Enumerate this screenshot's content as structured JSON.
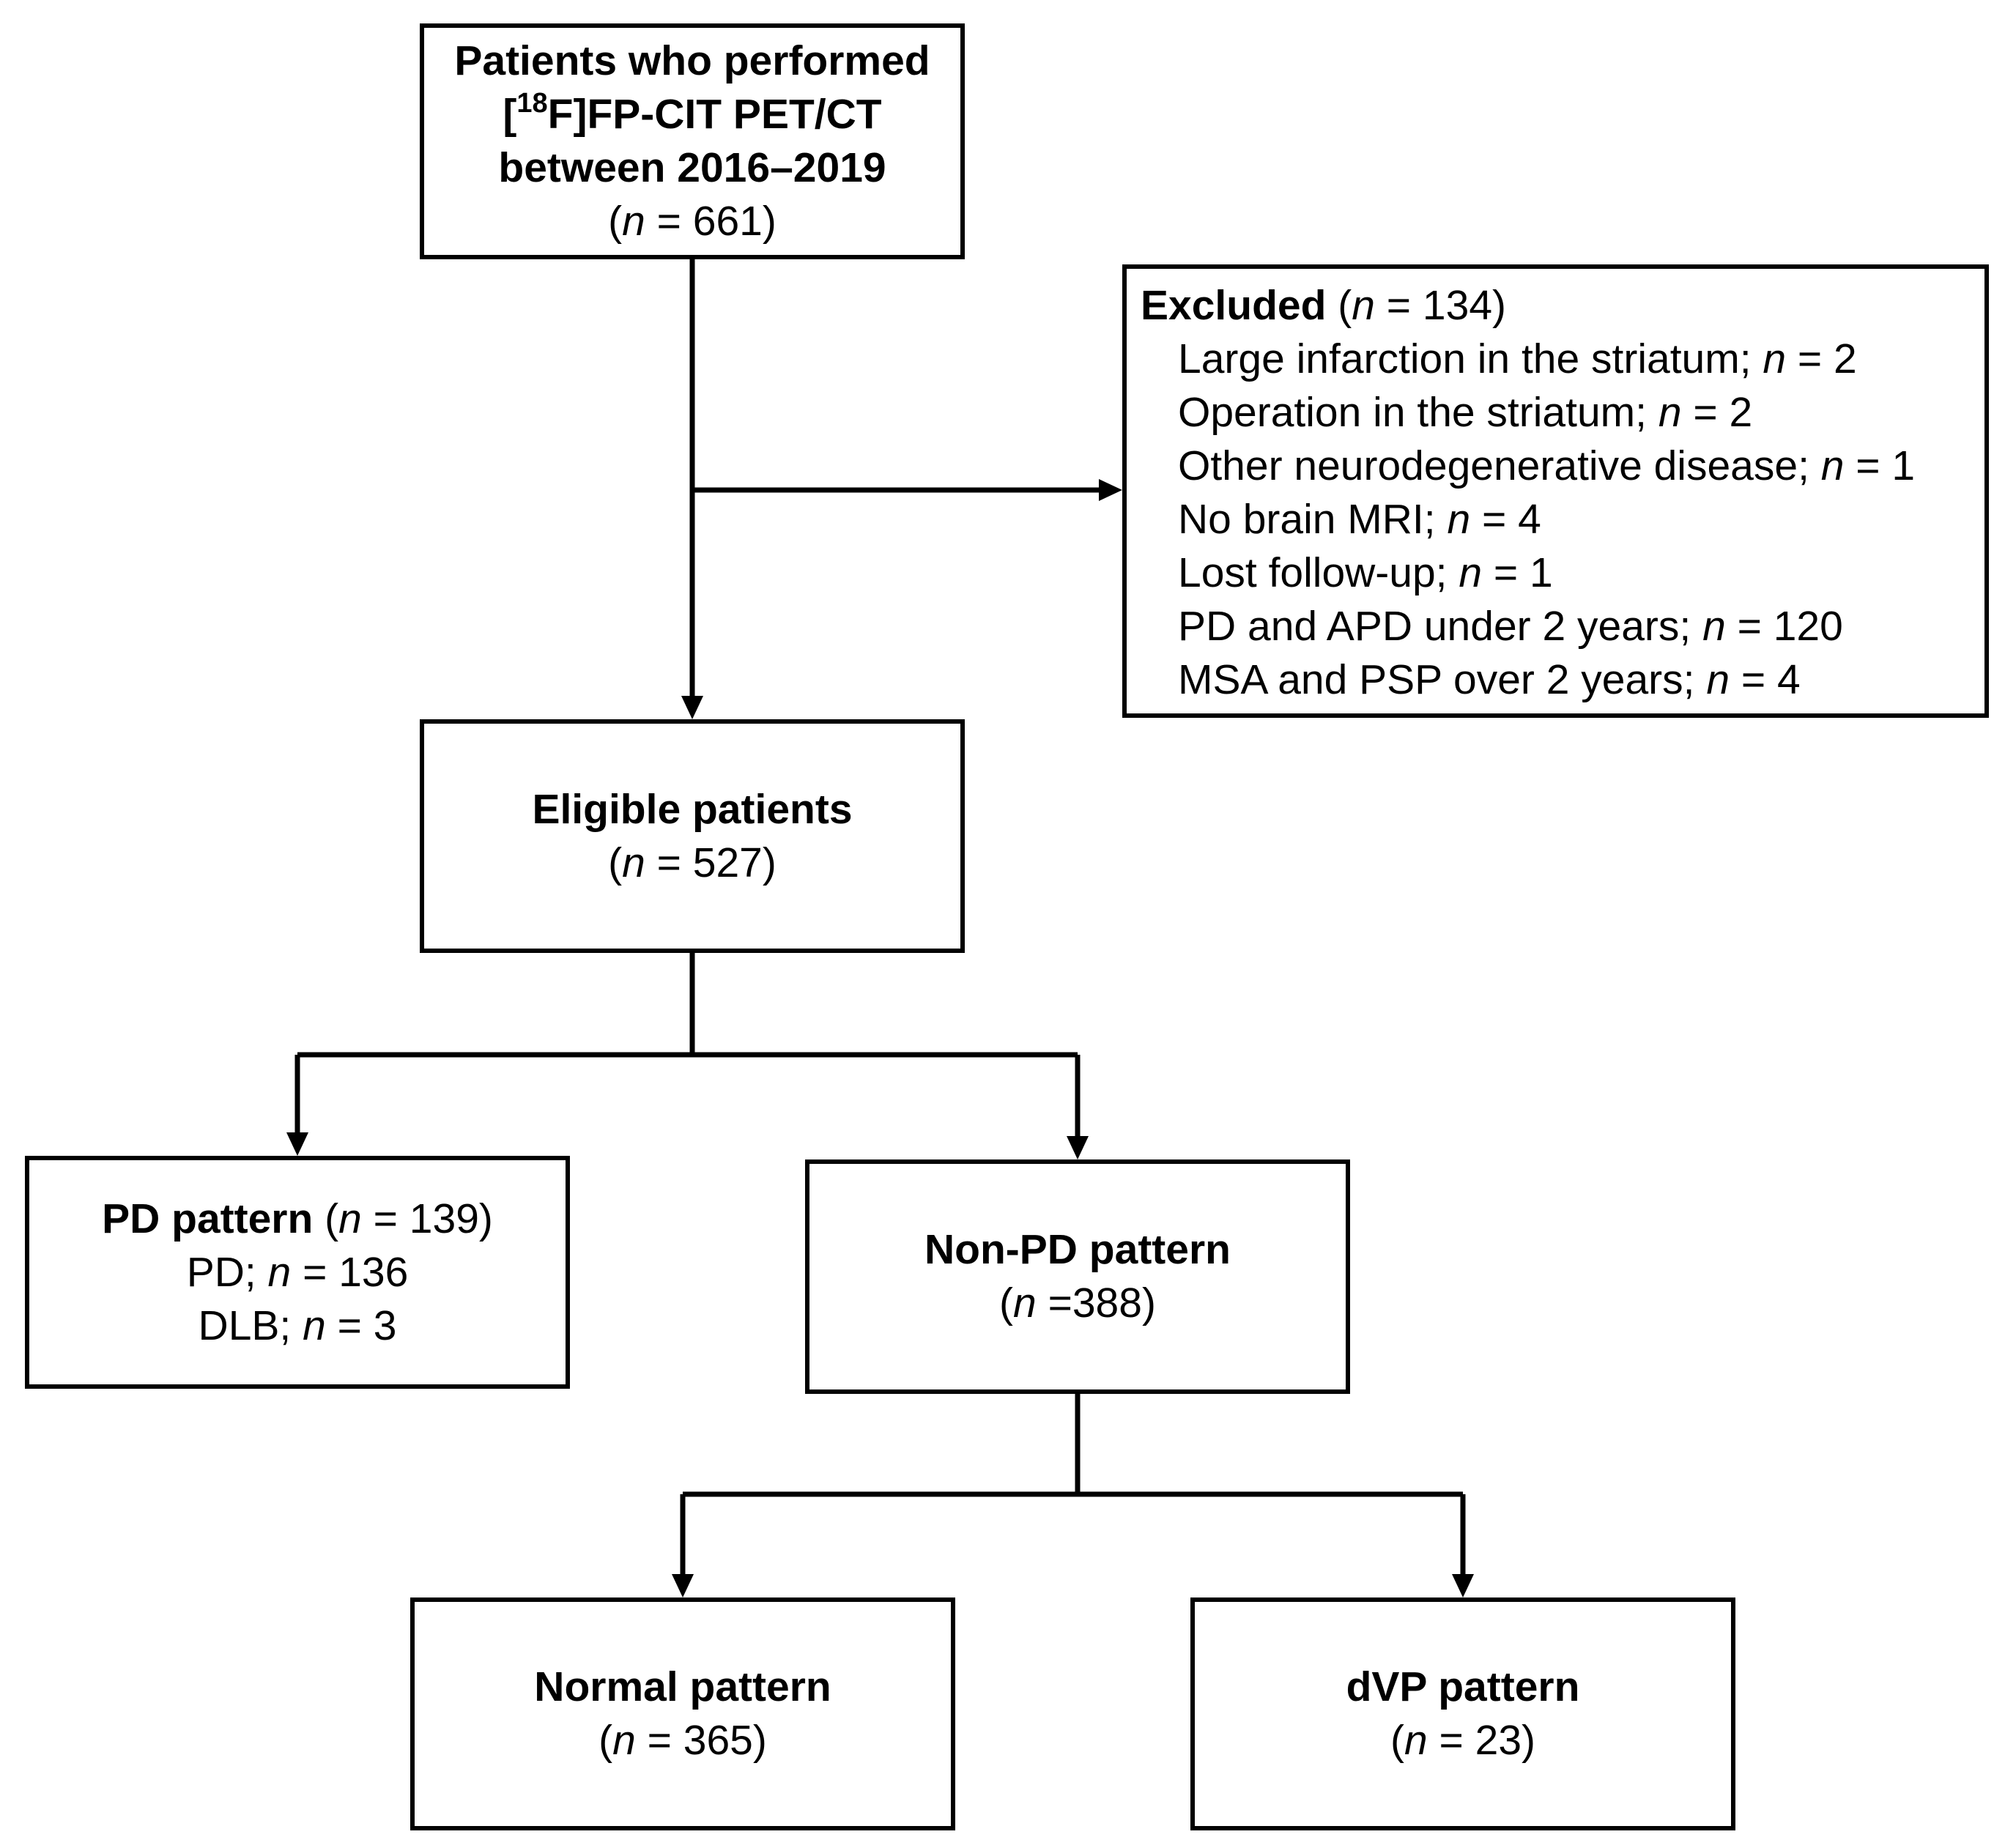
{
  "flowchart": {
    "start": {
      "line1": "Patients who performed",
      "line2_prefix": "[",
      "line2_sup": "18",
      "line2_rest": "F]FP-CIT PET/CT",
      "line3": "between 2016–2019",
      "count_open": "(",
      "count_n": "n",
      "count_rest": " = 661)"
    },
    "excluded": {
      "title": "Excluded",
      "count_open": " (",
      "count_n": "n",
      "count_rest": " = 134)",
      "items": [
        {
          "label": "Large infarction in the striatum; ",
          "n": "n",
          "value": " = 2"
        },
        {
          "label": "Operation in the striatum; ",
          "n": "n",
          "value": " = 2"
        },
        {
          "label": "Other neurodegenerative disease; ",
          "n": "n",
          "value": " = 1"
        },
        {
          "label": "No brain MRI; ",
          "n": "n",
          "value": " = 4"
        },
        {
          "label": "Lost follow-up; ",
          "n": "n",
          "value": " = 1"
        },
        {
          "label": "PD and APD under 2 years; ",
          "n": "n",
          "value": " = 120"
        },
        {
          "label": "MSA and PSP over 2 years; ",
          "n": "n",
          "value": " = 4"
        }
      ]
    },
    "eligible": {
      "title": "Eligible patients",
      "count_open": "(",
      "count_n": "n",
      "count_rest": " = 527)"
    },
    "pd_pattern": {
      "title": "PD pattern",
      "count_open": " (",
      "count_n": "n",
      "count_rest": " = 139)",
      "items": [
        {
          "label": "PD; ",
          "n": "n",
          "value": " = 136"
        },
        {
          "label": "DLB; ",
          "n": "n",
          "value": " = 3"
        }
      ]
    },
    "non_pd_pattern": {
      "title": "Non-PD pattern",
      "count_open": "(",
      "count_n": "n",
      "count_rest": " =388)"
    },
    "normal_pattern": {
      "title": "Normal pattern",
      "count_open": "(",
      "count_n": "n",
      "count_rest": " = 365)"
    },
    "dvp_pattern": {
      "title": "dVP pattern",
      "count_open": "(",
      "count_n": "n",
      "count_rest": " = 23)"
    }
  }
}
